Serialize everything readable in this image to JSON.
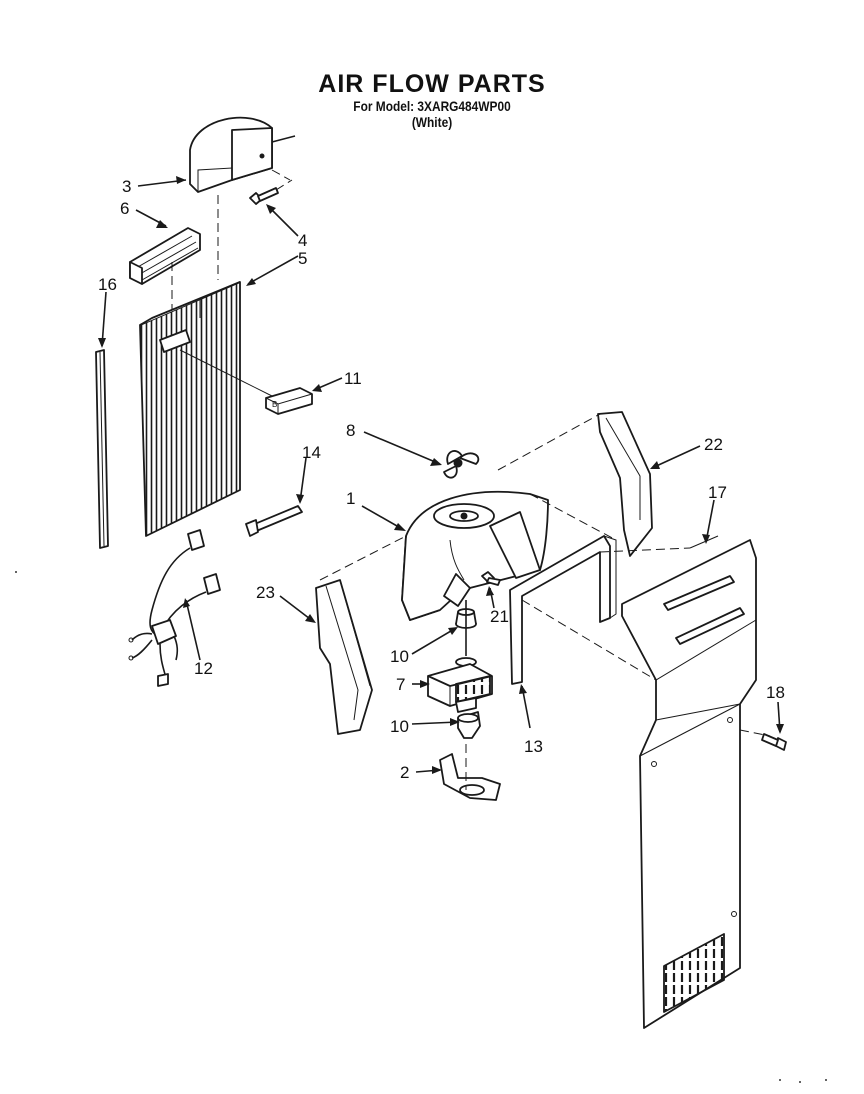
{
  "title": "AIR FLOW PARTS",
  "model_line": "For Model: 3XARG484WP00",
  "color_line": "(White)",
  "callouts": [
    "1",
    "2",
    "3",
    "4",
    "5",
    "6",
    "7",
    "8",
    "10",
    "10",
    "11",
    "12",
    "13",
    "14",
    "16",
    "17",
    "18",
    "21",
    "22",
    "23"
  ]
}
